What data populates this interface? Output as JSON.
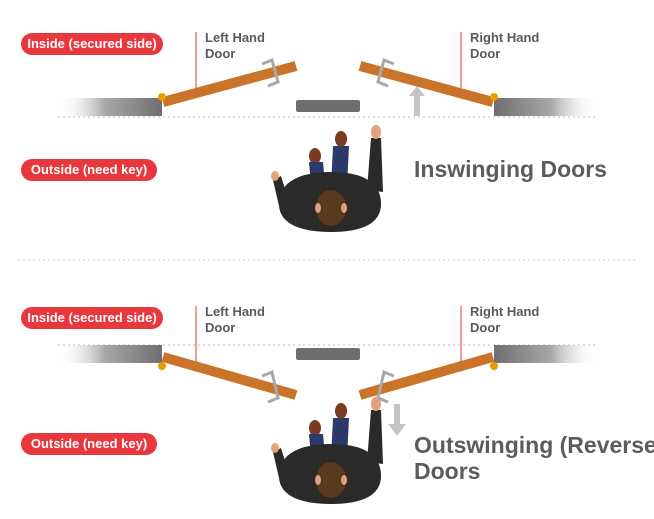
{
  "colors": {
    "accent_red": "#e8373d",
    "door_wood": "#c8742a",
    "wall_gray": "#7a7a7a",
    "text_gray": "#5c5c5c",
    "arrow_gray": "#c4c4c4"
  },
  "inswing": {
    "inside_label": "Inside (secured side)",
    "outside_label": "Outside (need key)",
    "left_door": [
      "Left Hand",
      "Door"
    ],
    "right_door": [
      "Right Hand",
      "Door"
    ],
    "title": "Inswinging Doors"
  },
  "outswing": {
    "inside_label": "Inside (secured side)",
    "outside_label": "Outside (need key)",
    "left_door": [
      "Left Hand",
      "Door"
    ],
    "right_door": [
      "Right Hand",
      "Door"
    ],
    "title_lines": [
      "Outswinging (Reverse)",
      "Doors"
    ]
  }
}
